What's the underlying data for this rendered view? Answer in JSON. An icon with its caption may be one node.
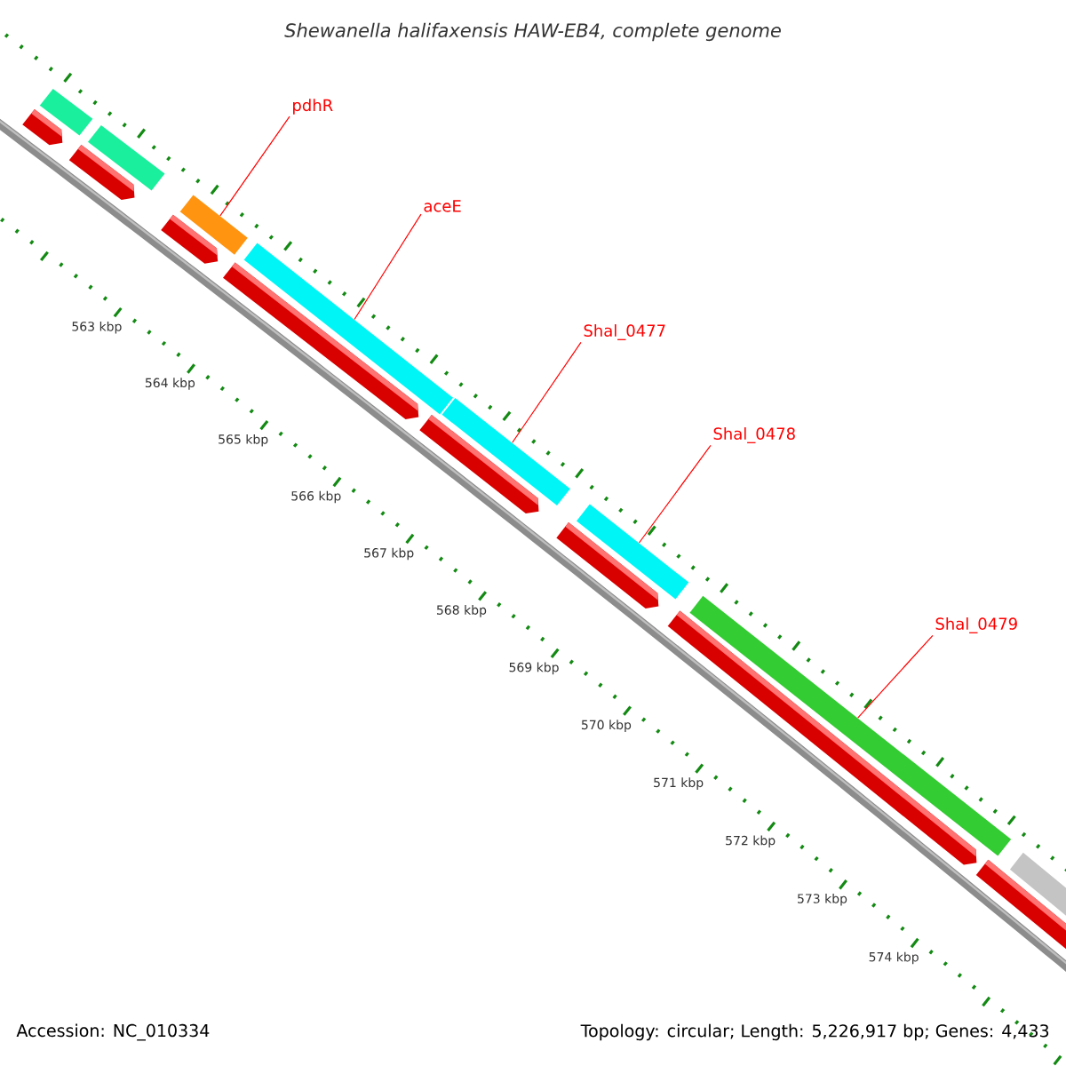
{
  "diagram": {
    "title": "Shewanella halifaxensis HAW-EB4, complete genome",
    "nodes": [
      {
        "text": [
          "pdhR"
        ]
      },
      {
        "text": [],
        "shape": "bar"
      },
      {
        "text": [
          "aceE"
        ]
      },
      {
        "text": [],
        "shape": "bar"
      },
      {
        "text": [
          "Shal_0477"
        ]
      },
      {
        "text": [],
        "shape": "bar"
      },
      {
        "text": [
          "Shal_0478"
        ]
      },
      {
        "text": [],
        "shape": "bar"
      },
      {
        "text": [
          "Shal_0479"
        ]
      },
      {
        "text": [],
        "shape": "bar"
      }
    ],
    "edges": [
      {
        "from": 0,
        "to": 1,
        "arrow": "none"
      },
      {
        "from": 2,
        "to": 3,
        "arrow": "none"
      },
      {
        "from": 4,
        "to": 5,
        "arrow": "none"
      },
      {
        "from": 6,
        "to": 7,
        "arrow": "none"
      },
      {
        "from": 8,
        "to": 9,
        "arrow": "none"
      }
    ],
    "labels": [
      "563 kbp",
      "564 kbp",
      "565 kbp",
      "566 kbp",
      "567 kbp",
      "568 kbp",
      "569 kbp",
      "570 kbp",
      "571 kbp",
      "572 kbp",
      "573 kbp",
      "574 kbp",
      "Accession: NC_010334",
      "Topology: circular; Length: 5,226,917 bp; Genes: 4,433"
    ]
  }
}
